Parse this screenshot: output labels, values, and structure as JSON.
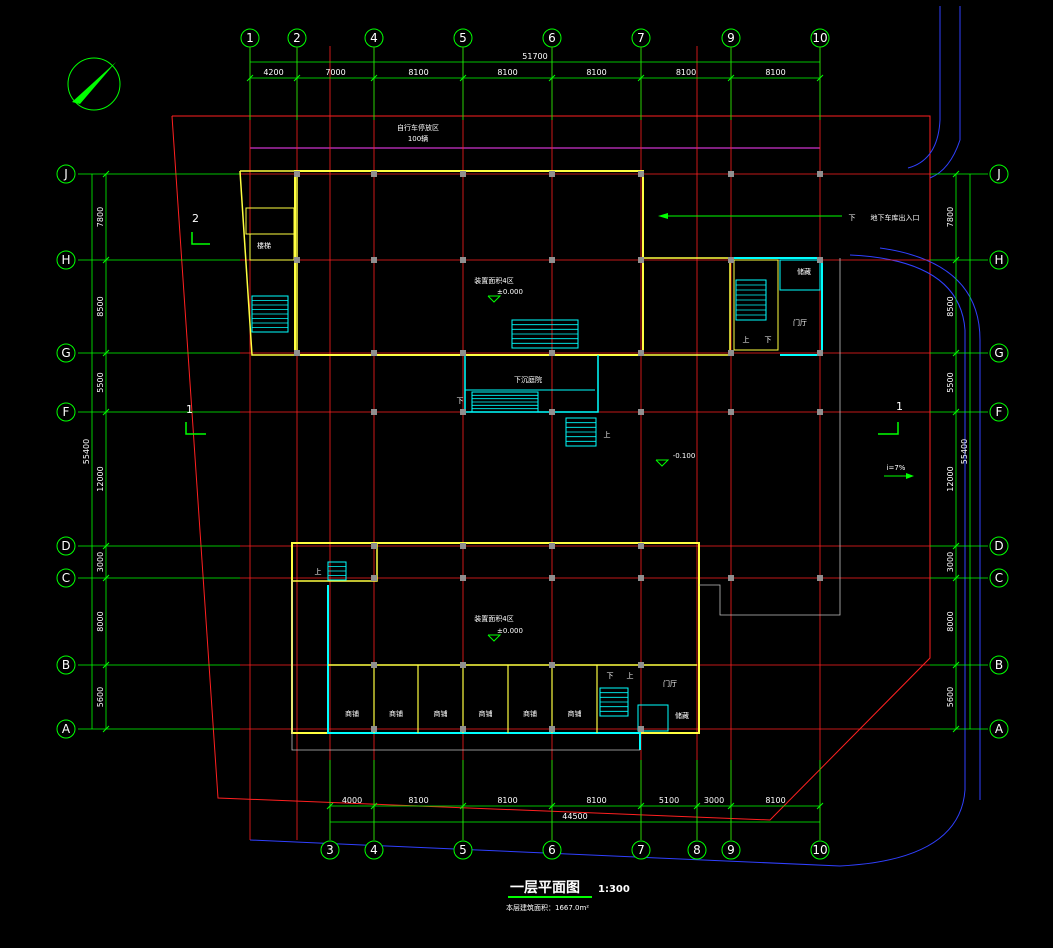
{
  "drawing": {
    "title": "一层平面图",
    "scale": "1:300",
    "area_note": "本层建筑面积：1667.0m²"
  },
  "axes": {
    "top_columns": [
      "1",
      "2",
      "4",
      "5",
      "6",
      "7",
      "9",
      "10"
    ],
    "bottom_columns": [
      "3",
      "4",
      "5",
      "6",
      "7",
      "8",
      "9",
      "10"
    ],
    "rows": [
      "J",
      "H",
      "G",
      "F",
      "D",
      "C",
      "B",
      "A"
    ]
  },
  "dimensions": {
    "top_total": "51700",
    "top_spans": [
      "4200",
      "7000",
      "8100",
      "8100",
      "8100",
      "8100",
      "8100"
    ],
    "bottom_total": "44500",
    "bottom_spans": [
      "4000",
      "8100",
      "8100",
      "8100",
      "5100",
      "3000",
      "8100"
    ],
    "left_total": "55400",
    "right_total": "55400",
    "side_spans": [
      "7800",
      "8500",
      "5500",
      "12000",
      "3000",
      "8000",
      "5600"
    ]
  },
  "labels": {
    "bike_area": "自行车停放区",
    "bike_count": "100辆",
    "parking_entrance": "地下车库出入口",
    "down": "下",
    "up": "上",
    "upper_hall": "装置面积4区",
    "upper_level": "±0.000",
    "lower_hall": "装置面积4区",
    "lower_level": "±0.000",
    "plaza": "下沉庭院",
    "yard_level": "-0.100",
    "slope": "i=7%",
    "lobby_upper": "门厅",
    "lobby_lower": "门厅",
    "storage": "储藏",
    "storage2": "储藏",
    "stair_top": "楼梯",
    "section_1": "1",
    "section_2": "2"
  },
  "shops": [
    "商铺",
    "商铺",
    "商铺",
    "商铺",
    "商铺",
    "商铺"
  ],
  "colors": {
    "axis": "#00ff00",
    "column_line": "#ff2020",
    "wall": "#ffff40",
    "stair": "#00ffff",
    "site_boundary": "#ff2020",
    "road": "#3040ff",
    "magenta": "#ff40ff",
    "text": "#ffffff"
  }
}
